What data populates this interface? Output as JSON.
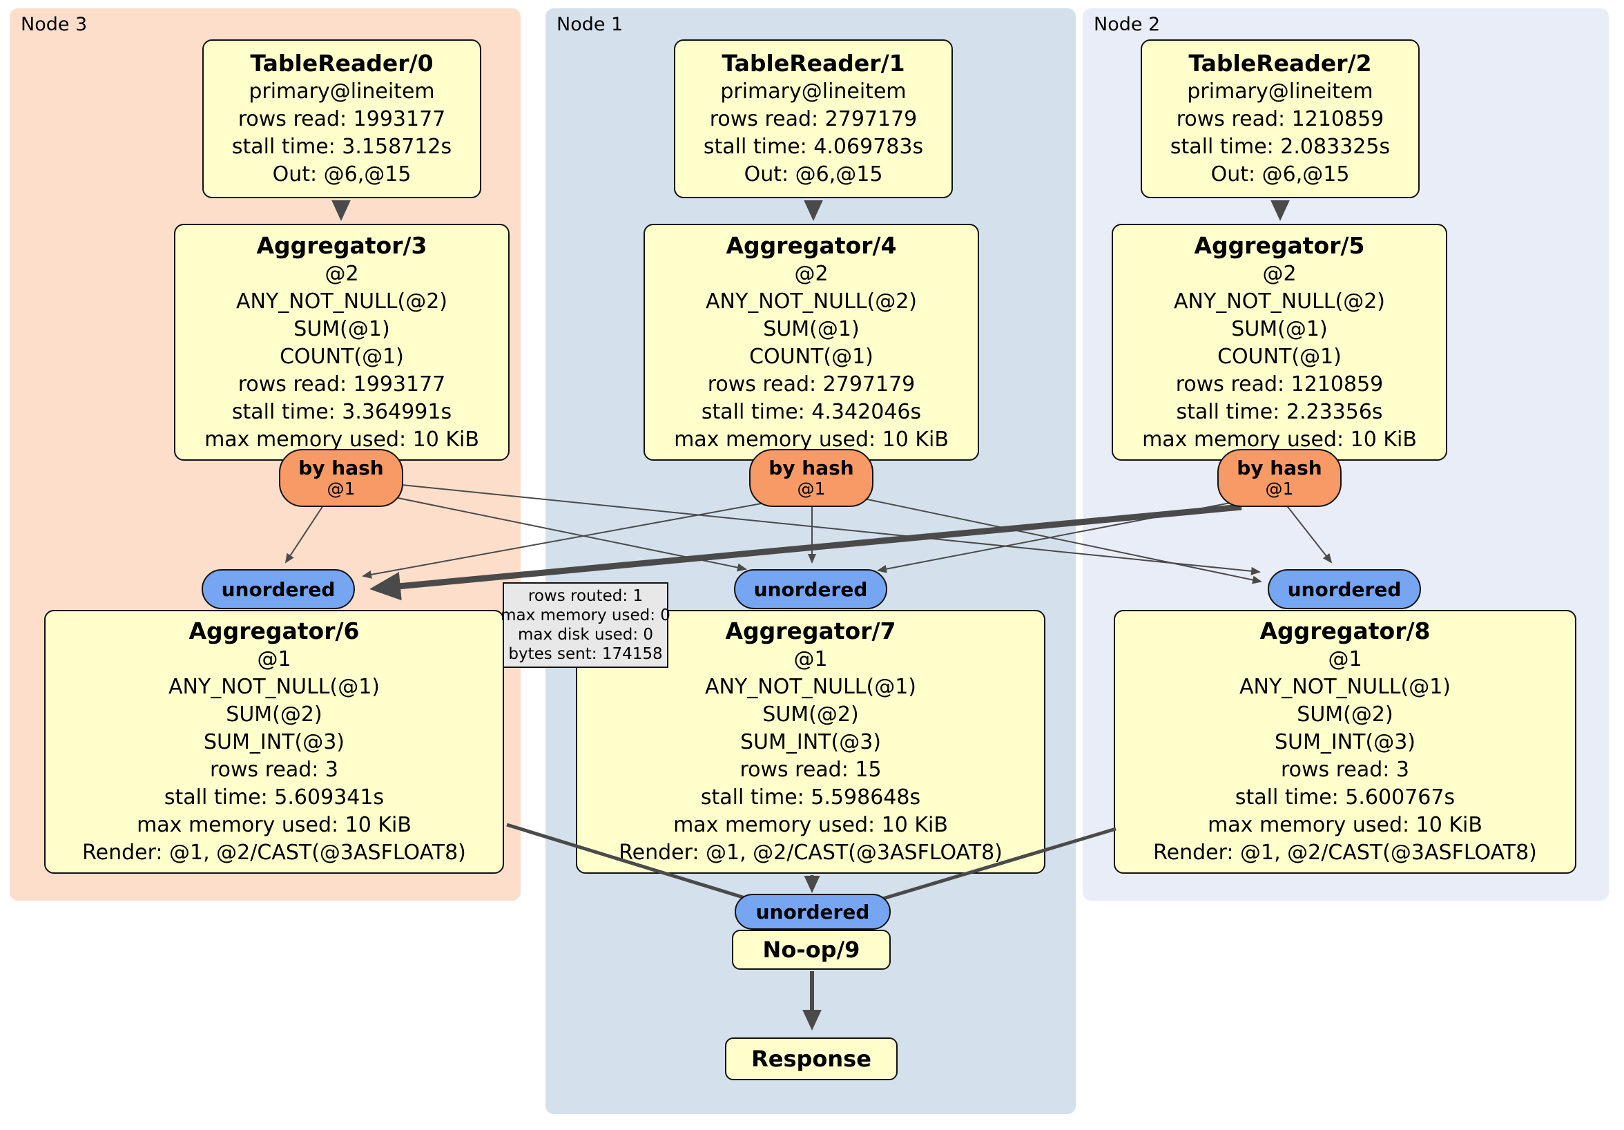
{
  "panels": [
    {
      "label": "Node 3"
    },
    {
      "label": "Node 1"
    },
    {
      "label": "Node 2"
    }
  ],
  "nodes": {
    "tr0": {
      "title": "TableReader/0",
      "lines": [
        "primary@lineitem",
        "rows read: 1993177",
        "stall time: 3.158712s",
        "Out: @6,@15"
      ]
    },
    "tr1": {
      "title": "TableReader/1",
      "lines": [
        "primary@lineitem",
        "rows read: 2797179",
        "stall time: 4.069783s",
        "Out: @6,@15"
      ]
    },
    "tr2": {
      "title": "TableReader/2",
      "lines": [
        "primary@lineitem",
        "rows read: 1210859",
        "stall time: 2.083325s",
        "Out: @6,@15"
      ]
    },
    "ag3": {
      "title": "Aggregator/3",
      "lines": [
        "@2",
        "ANY_NOT_NULL(@2)",
        "SUM(@1)",
        "COUNT(@1)",
        "rows read: 1993177",
        "stall time: 3.364991s",
        "max memory used: 10 KiB"
      ]
    },
    "ag4": {
      "title": "Aggregator/4",
      "lines": [
        "@2",
        "ANY_NOT_NULL(@2)",
        "SUM(@1)",
        "COUNT(@1)",
        "rows read: 2797179",
        "stall time: 4.342046s",
        "max memory used: 10 KiB"
      ]
    },
    "ag5": {
      "title": "Aggregator/5",
      "lines": [
        "@2",
        "ANY_NOT_NULL(@2)",
        "SUM(@1)",
        "COUNT(@1)",
        "rows read: 1210859",
        "stall time: 2.23356s",
        "max memory used: 10 KiB"
      ]
    },
    "ag6": {
      "title": "Aggregator/6",
      "lines": [
        "@1",
        "ANY_NOT_NULL(@1)",
        "SUM(@2)",
        "SUM_INT(@3)",
        "rows read: 3",
        "stall time: 5.609341s",
        "max memory used: 10 KiB",
        "Render: @1, @2/CAST(@3ASFLOAT8)"
      ]
    },
    "ag7": {
      "title": "Aggregator/7",
      "lines": [
        "@1",
        "ANY_NOT_NULL(@1)",
        "SUM(@2)",
        "SUM_INT(@3)",
        "rows read: 15",
        "stall time: 5.598648s",
        "max memory used: 10 KiB",
        "Render: @1, @2/CAST(@3ASFLOAT8)"
      ]
    },
    "ag8": {
      "title": "Aggregator/8",
      "lines": [
        "@1",
        "ANY_NOT_NULL(@1)",
        "SUM(@2)",
        "SUM_INT(@3)",
        "rows read: 3",
        "stall time: 5.600767s",
        "max memory used: 10 KiB",
        "Render: @1, @2/CAST(@3ASFLOAT8)"
      ]
    },
    "noop": {
      "title": "No-op/9"
    },
    "response": {
      "title": "Response"
    }
  },
  "routers": {
    "by_hash": {
      "label": "by hash",
      "arg": "@1"
    },
    "unordered": {
      "label": "unordered"
    }
  },
  "tooltip": {
    "lines": [
      "rows routed: 1",
      "max memory used: 0",
      "max disk used: 0",
      "bytes sent: 174158"
    ]
  },
  "colors": {
    "processor_box": "#ffffcc",
    "hash_router": "#f79a65",
    "stream_router": "#76a5f2",
    "panel_node3": "#fcdecb",
    "panel_node1": "#d4e1ed",
    "panel_node2": "#e9edf7",
    "edge": "#4a4a4a",
    "tooltip_bg": "#e8e8e8"
  }
}
